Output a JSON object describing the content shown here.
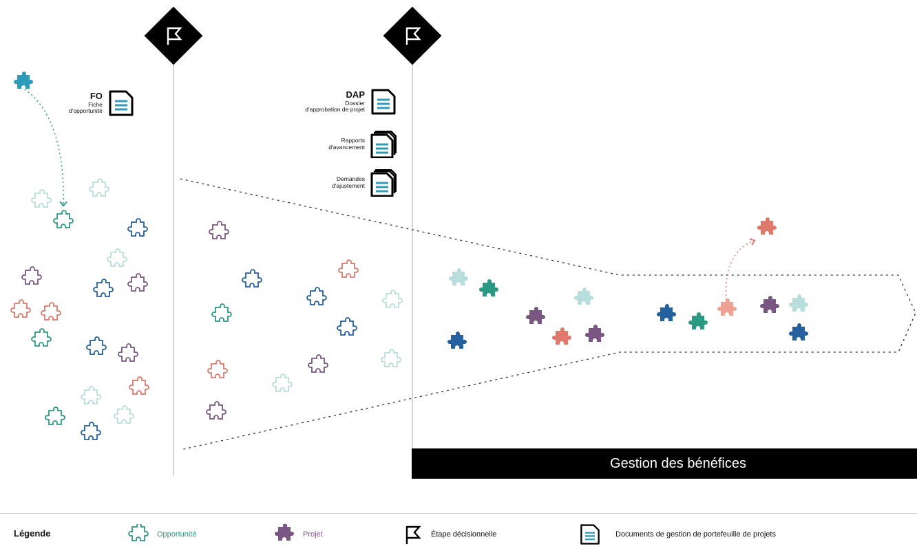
{
  "colors": {
    "teal_pale": "#b7dedd",
    "teal": "#2a9a85",
    "blue": "#245f9e",
    "purple": "#7a5783",
    "coral": "#e0786c",
    "coral_light": "#f0a195",
    "cyan": "#2e9cb8",
    "black": "#000000",
    "legend_opportunity_text": "#2a9a85",
    "legend_project_text": "#7a5783"
  },
  "milestones": [
    {
      "icon": "flag-icon"
    },
    {
      "icon": "flag-icon"
    }
  ],
  "documents": {
    "fo": {
      "code": "FO",
      "line1": "Fiche",
      "line2": "d'opportunité"
    },
    "dap": {
      "code": "DAP",
      "line1": "Dossier",
      "line2": "d'approbation de projet"
    },
    "rapports": {
      "line1": "Rapports",
      "line2": "d'avancement"
    },
    "demandes": {
      "line1": "Demandes",
      "line2": "d'ajustement"
    }
  },
  "benefits_bar": {
    "label": "Gestion des bénéfices"
  },
  "legend": {
    "title": "Légende",
    "opportunity": "Opportunité",
    "project": "Projet",
    "milestone": "Étape décisionnelle",
    "documents": "Documents de gestion de portefeuille de projets"
  }
}
